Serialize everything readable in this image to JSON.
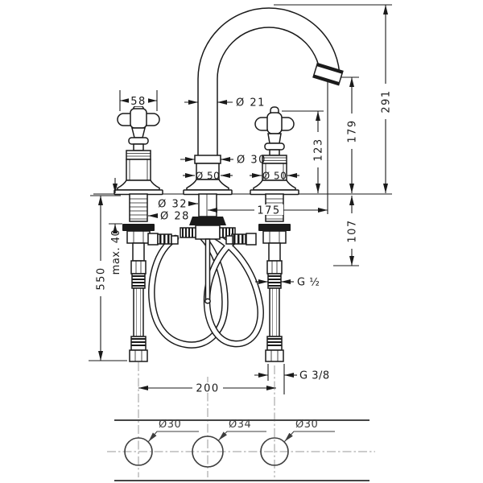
{
  "meta": {
    "drawing_type": "technical dimension drawing",
    "subject": "3-hole basin mixer faucet with cross handles and swivel spout",
    "background": "#ffffff",
    "ink_color": "#1a1a1a",
    "template_color": "#454545",
    "centerline_color": "#999999"
  },
  "labels": {
    "handle_width": "58",
    "spout_pipe_dia": "Ø 21",
    "overall_height": "291",
    "outlet_height": "179",
    "handle_height": "123",
    "spout_column_dia": "Ø 30",
    "center_escutcheon_dia": "Ø 50",
    "right_escutcheon_dia": "Ø 50",
    "center_shank_dia": "Ø 32",
    "valve_shank_dia": "Ø 28",
    "spout_reach": "175",
    "connection_depth": "107",
    "max_counter_thickness": "max. 40",
    "supply_hose_length": "550",
    "hose_connection_thread": "G ½",
    "supply_connection_thread": "G 3/8",
    "connection_spacing": "200",
    "drill_hole_left": "Ø30",
    "drill_hole_center": "Ø34",
    "drill_hole_right": "Ø30"
  }
}
